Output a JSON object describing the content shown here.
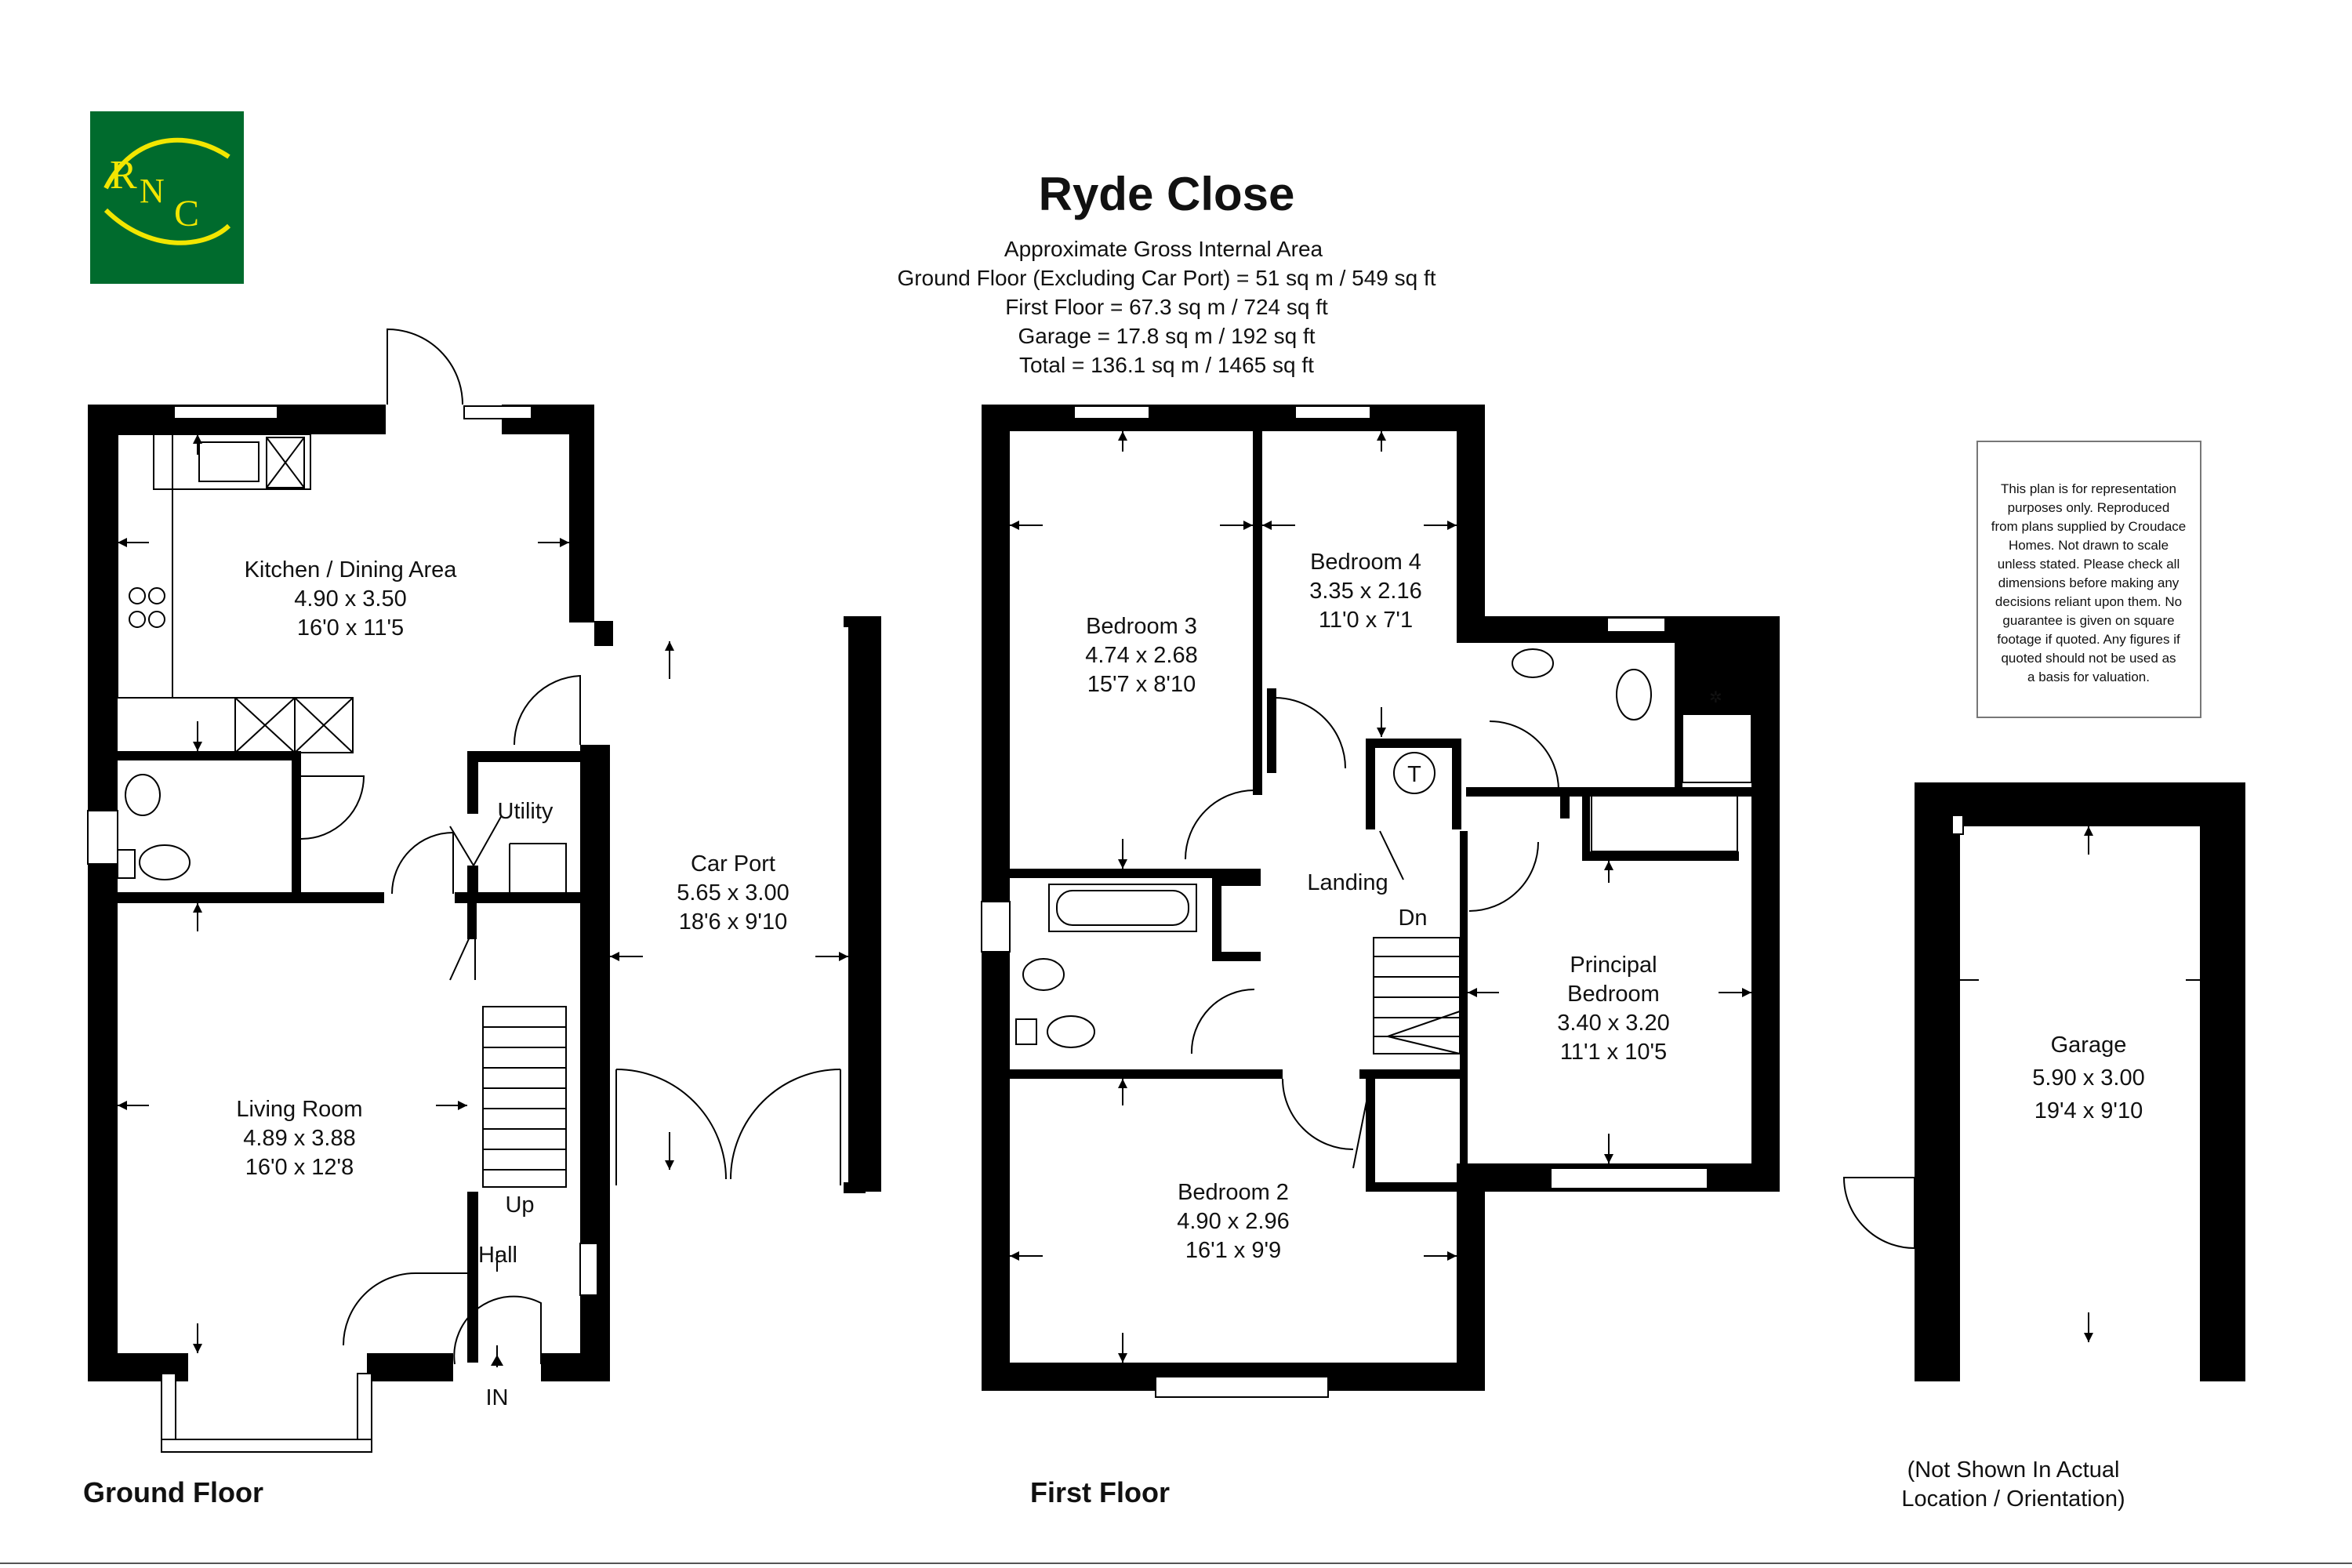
{
  "title": "Ryde Close",
  "area_heading": "Approximate Gross Internal Area",
  "area_lines": [
    "Ground Floor (Excluding Car Port) = 51 sq m / 549 sq ft",
    "First Floor = 67.3 sq m / 724 sq ft",
    "Garage = 17.8 sq m / 192 sq ft",
    "Total = 136.1 sq m / 1465 sq ft"
  ],
  "logo": {
    "text": "RNC",
    "bg_color": "#006b2d",
    "fg_color": "#f2e600"
  },
  "disclaimer": [
    "This plan is for representation",
    "purposes only. Reproduced",
    "from plans supplied by Croudace",
    "Homes. Not drawn to scale",
    "unless stated. Please check all",
    "dimensions before making any",
    "decisions reliant upon them. No",
    "guarantee is given on square",
    "footage if quoted. Any figures if",
    "quoted should not be used as",
    "a basis for valuation."
  ],
  "floor_labels": {
    "ground": "Ground Floor",
    "first": "First Floor"
  },
  "garage_note": [
    "(Not Shown In Actual",
    "Location / Orientation)"
  ],
  "ground_rooms": {
    "kitchen": [
      "Kitchen / Dining Area",
      "4.90 x 3.50",
      "16'0 x 11'5"
    ],
    "utility": [
      "Utility"
    ],
    "living": [
      "Living Room",
      "4.89 x 3.88",
      "16'0 x 12'8"
    ],
    "hall": [
      "Hall"
    ],
    "up": [
      "Up"
    ],
    "in": [
      "IN"
    ],
    "carport": [
      "Car Port",
      "5.65 x 3.00",
      "18'6 x 9'10"
    ]
  },
  "first_rooms": {
    "bedroom3": [
      "Bedroom 3",
      "4.74 x 2.68",
      "15'7 x 8'10"
    ],
    "bedroom4": [
      "Bedroom 4",
      "3.35 x 2.16",
      "11'0 x 7'1"
    ],
    "landing": [
      "Landing"
    ],
    "dn": [
      "Dn"
    ],
    "tank": [
      "T"
    ],
    "principal": [
      "Principal",
      "Bedroom",
      "3.40 x 3.20",
      "11'1 x 10'5"
    ],
    "bedroom2": [
      "Bedroom 2",
      "4.90 x 2.96",
      "16'1 x 9'9"
    ]
  },
  "garage": [
    "Garage",
    "5.90 x 3.00",
    "19'4 x 9'10"
  ]
}
